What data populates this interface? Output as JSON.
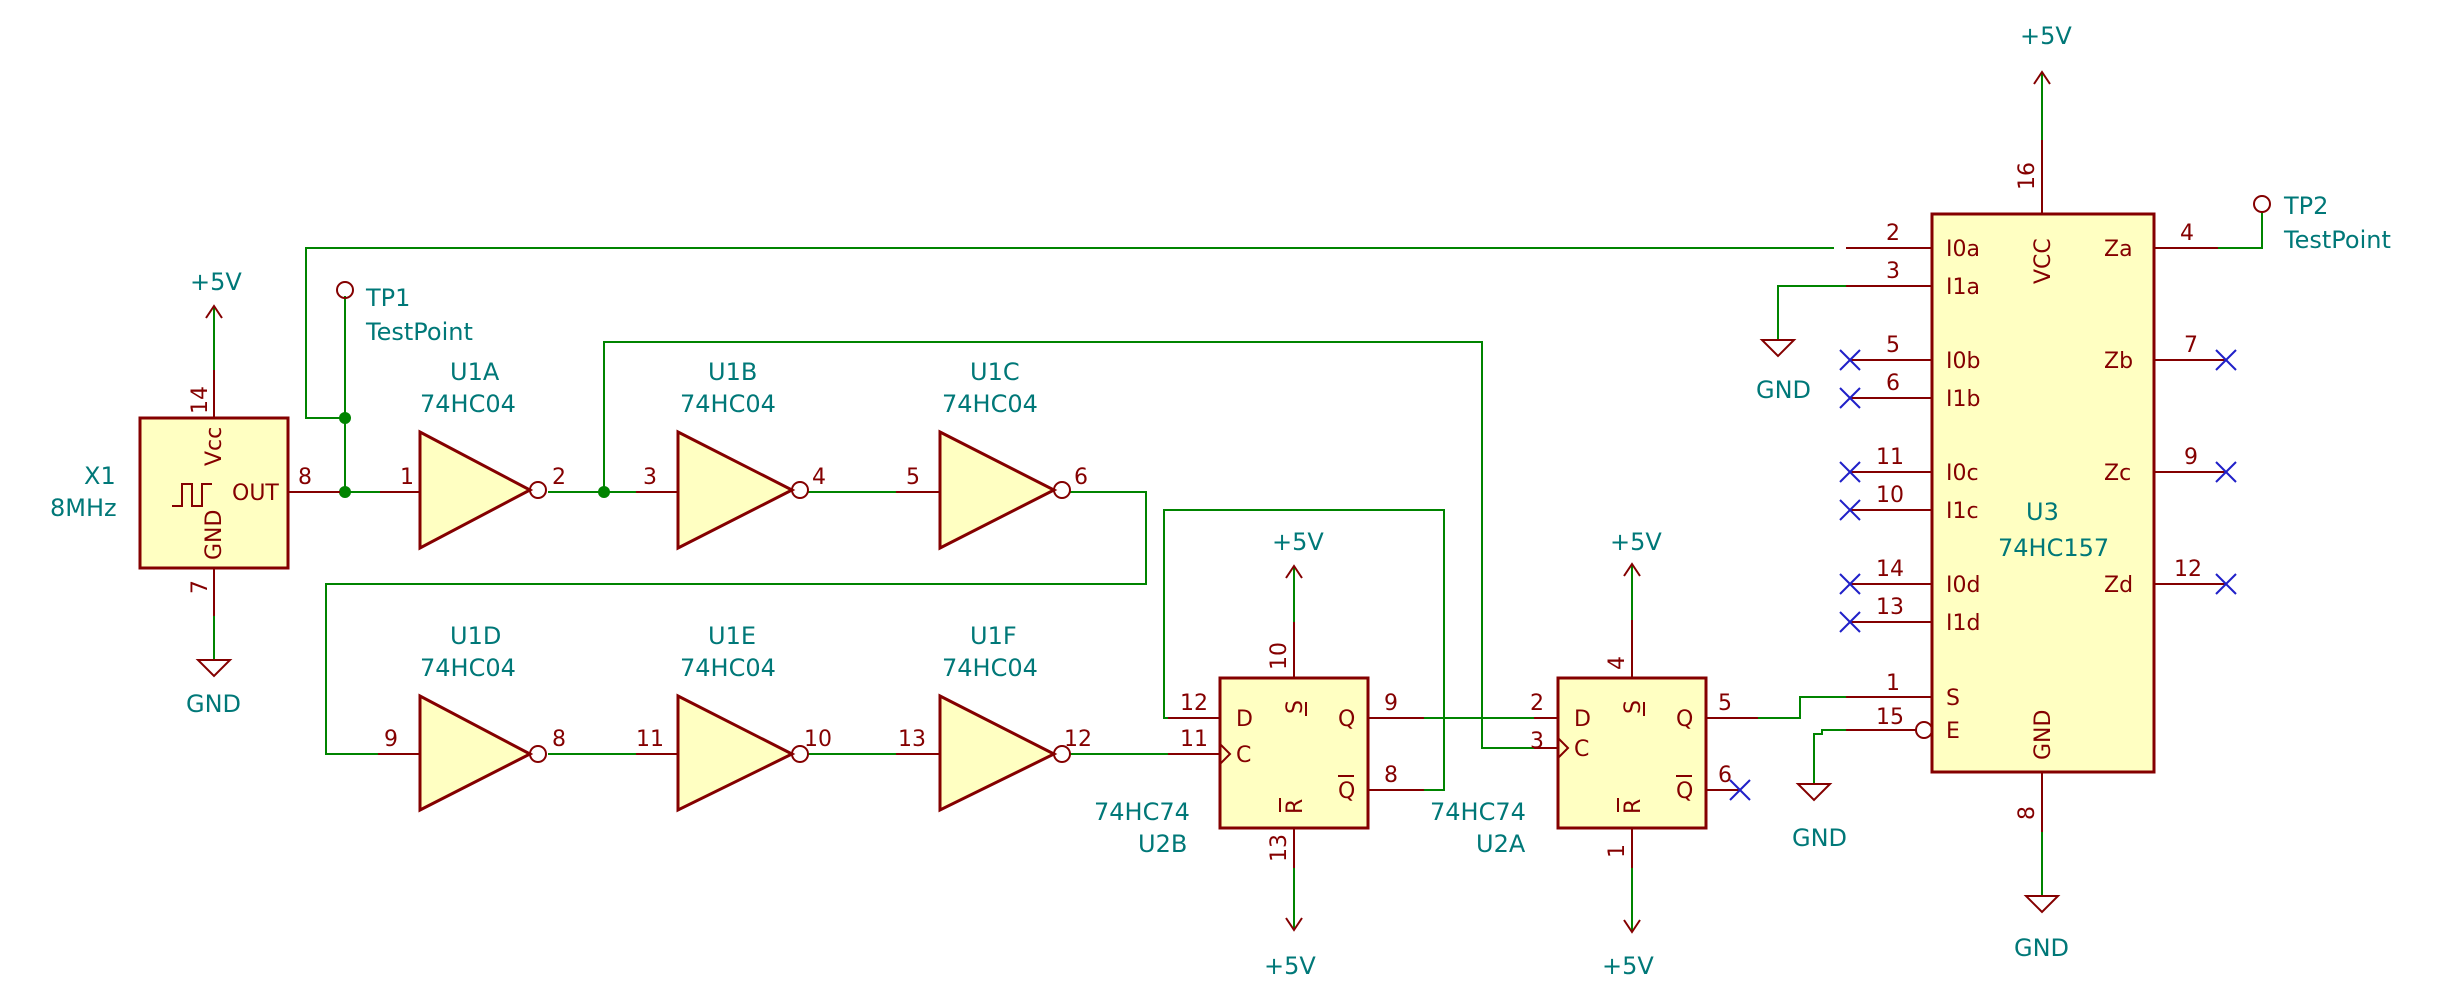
{
  "power": {
    "vcc": "+5V",
    "gnd": "GND"
  },
  "x1": {
    "ref": "X1",
    "value": "8MHz",
    "pins": {
      "vcc": "Vcc",
      "gnd": "GND",
      "out": "OUT"
    },
    "pin_numbers": {
      "vcc": "14",
      "gnd": "7",
      "out": "8"
    }
  },
  "tp1": {
    "ref": "TP1",
    "value": "TestPoint"
  },
  "tp2": {
    "ref": "TP2",
    "value": "TestPoint"
  },
  "u1": {
    "value": "74HC04",
    "a": {
      "ref": "U1A",
      "in": "1",
      "out": "2"
    },
    "b": {
      "ref": "U1B",
      "in": "3",
      "out": "4"
    },
    "c": {
      "ref": "U1C",
      "in": "5",
      "out": "6"
    },
    "d": {
      "ref": "U1D",
      "in": "9",
      "out": "8"
    },
    "e": {
      "ref": "U1E",
      "in": "11",
      "out": "10"
    },
    "f": {
      "ref": "U1F",
      "in": "13",
      "out": "12"
    }
  },
  "u2b": {
    "ref": "U2B",
    "value": "74HC74",
    "pin_names": {
      "d": "D",
      "c": "C",
      "s": "S",
      "r": "R",
      "q": "Q",
      "qn": "Q"
    },
    "pin_numbers": {
      "d": "12",
      "c": "11",
      "s": "10",
      "r": "13",
      "q": "9",
      "qn": "8"
    }
  },
  "u2a": {
    "ref": "U2A",
    "value": "74HC74",
    "pin_names": {
      "d": "D",
      "c": "C",
      "s": "S",
      "r": "R",
      "q": "Q",
      "qn": "Q"
    },
    "pin_numbers": {
      "d": "2",
      "c": "3",
      "s": "4",
      "r": "1",
      "q": "5",
      "qn": "6"
    }
  },
  "u3": {
    "ref": "U3",
    "value": "74HC157",
    "pin_names": {
      "i0a": "I0a",
      "i1a": "I1a",
      "i0b": "I0b",
      "i1b": "I1b",
      "i0c": "I0c",
      "i1c": "I1c",
      "i0d": "I0d",
      "i1d": "I1d",
      "s": "S",
      "e": "E",
      "vcc": "VCC",
      "gnd": "GND",
      "za": "Za",
      "zb": "Zb",
      "zc": "Zc",
      "zd": "Zd"
    },
    "pin_numbers": {
      "i0a": "2",
      "i1a": "3",
      "i0b": "5",
      "i1b": "6",
      "i0c": "11",
      "i1c": "10",
      "i0d": "14",
      "i1d": "13",
      "s": "1",
      "e": "15",
      "vcc": "16",
      "gnd": "8",
      "za": "4",
      "zb": "7",
      "zc": "9",
      "zd": "12"
    }
  }
}
